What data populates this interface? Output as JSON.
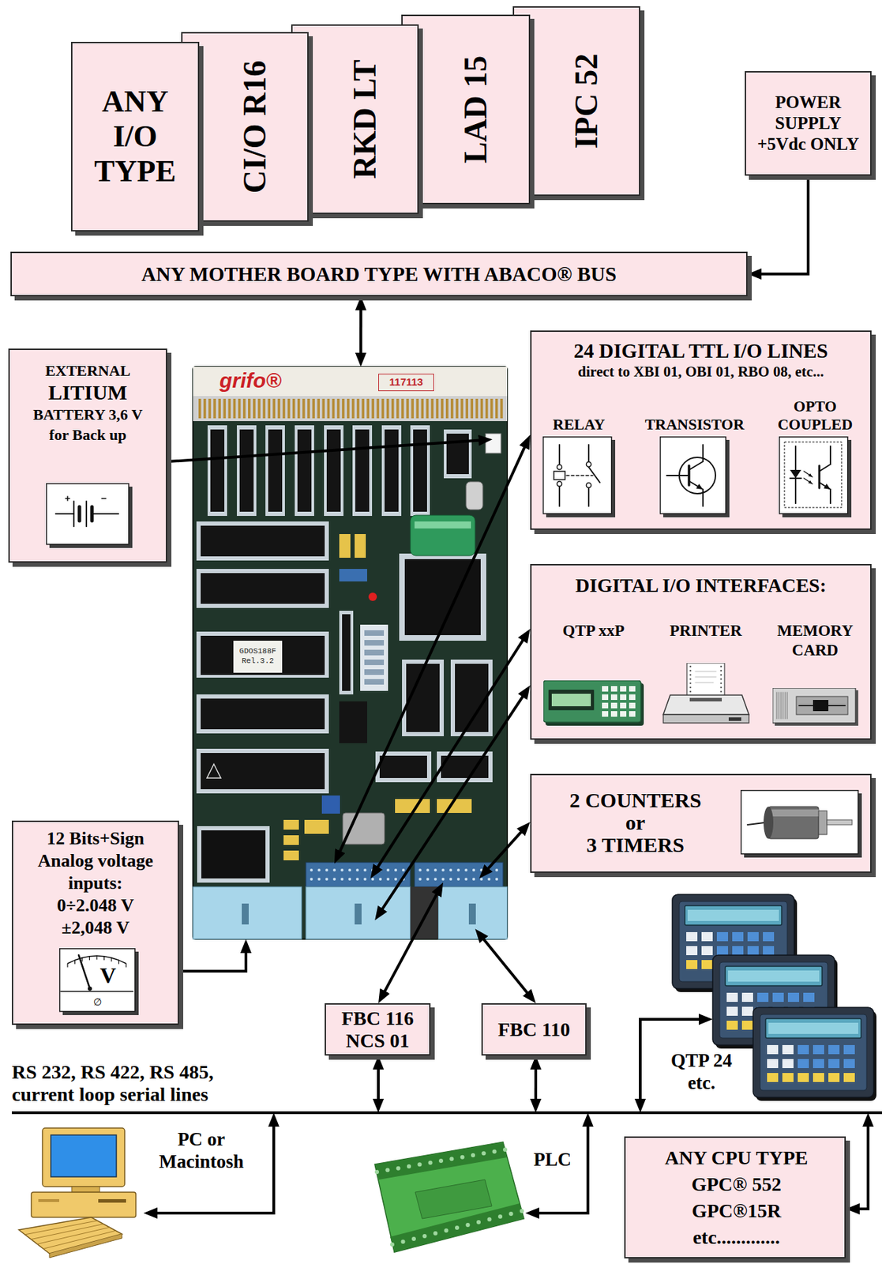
{
  "diagram": {
    "nodes": [
      {
        "text": [
          "ANY I/O TYPE"
        ]
      },
      {
        "text": [
          "CI/O R16"
        ]
      },
      {
        "text": [
          "RKD LT"
        ]
      },
      {
        "text": [
          "LAD 15"
        ]
      },
      {
        "text": [
          "IPC 52"
        ]
      },
      {
        "text": [
          "POWER SUPPLY +5Vdc ONLY"
        ]
      },
      {
        "text": [
          "ANY MOTHER BOARD TYPE WITH ABACO® BUS"
        ]
      },
      {
        "text": [
          "EXTERNAL",
          "LITIUM",
          "BATTERY 3,6 V",
          "for Back up"
        ]
      },
      {
        "text": [
          "grifo®"
        ]
      },
      {
        "text": [
          "24 DIGITAL TTL I/O LINES",
          "direct to XBI 01, OBI 01, RBO 08, etc..."
        ]
      },
      {
        "text": [
          "RELAY"
        ],
        "in": 9
      },
      {
        "text": [
          "TRANSISTOR"
        ],
        "in": 9
      },
      {
        "text": [
          "OPTO COUPLED"
        ],
        "in": 9
      },
      {
        "text": [
          "DIGITAL I/O INTERFACES:"
        ]
      },
      {
        "text": [
          "QTP xxP"
        ],
        "in": 13
      },
      {
        "text": [
          "PRINTER"
        ],
        "in": 13
      },
      {
        "text": [
          "MEMORY CARD"
        ],
        "in": 13
      },
      {
        "text": [
          "2 COUNTERS",
          "or",
          "3 TIMERS"
        ]
      },
      {
        "text": [
          "12 Bits+Sign Analog voltage inputs:",
          "0÷2.048 V",
          "±2,048 V"
        ]
      },
      {
        "text": [
          "FBC 116 NCS 01"
        ]
      },
      {
        "text": [
          "FBC 110"
        ]
      },
      {
        "text": [
          "QTP 24 etc."
        ]
      },
      {
        "text": [
          "RS 232, RS 422, RS 485, current loop serial lines"
        ]
      },
      {
        "text": [
          "PC or Macintosh"
        ]
      },
      {
        "text": [
          "PLC"
        ]
      },
      {
        "text": [
          "ANY CPU TYPE",
          "GPC® 552",
          "GPC®15R",
          "etc............."
        ]
      }
    ],
    "edges": [
      {
        "from": 5,
        "to": 6,
        "arrow": "to"
      },
      {
        "from": 6,
        "to": 8,
        "arrow": "both"
      },
      {
        "from": 7,
        "to": 8,
        "arrow": "to"
      },
      {
        "from": 9,
        "to": 8,
        "arrow": "both"
      },
      {
        "from": 13,
        "to": 8,
        "arrow": "both"
      },
      {
        "from": 13,
        "to": 8,
        "arrow": "both"
      },
      {
        "from": 17,
        "to": 8,
        "arrow": "both"
      },
      {
        "from": 18,
        "to": 8,
        "arrow": "to"
      },
      {
        "from": 19,
        "to": 8,
        "arrow": "both"
      },
      {
        "from": 20,
        "to": 8,
        "arrow": "both"
      },
      {
        "from": 22,
        "to": 19,
        "arrow": "both"
      },
      {
        "from": 22,
        "to": 20,
        "arrow": "both"
      },
      {
        "from": 22,
        "to": 21,
        "arrow": "both"
      },
      {
        "from": 22,
        "to": 23,
        "arrow": "both"
      },
      {
        "from": 22,
        "to": 24,
        "arrow": "both"
      },
      {
        "from": 22,
        "to": 25,
        "arrow": "both"
      }
    ],
    "labels": [
      "117113",
      "GDOS188F Rel.3.2",
      "V",
      "∅"
    ]
  }
}
